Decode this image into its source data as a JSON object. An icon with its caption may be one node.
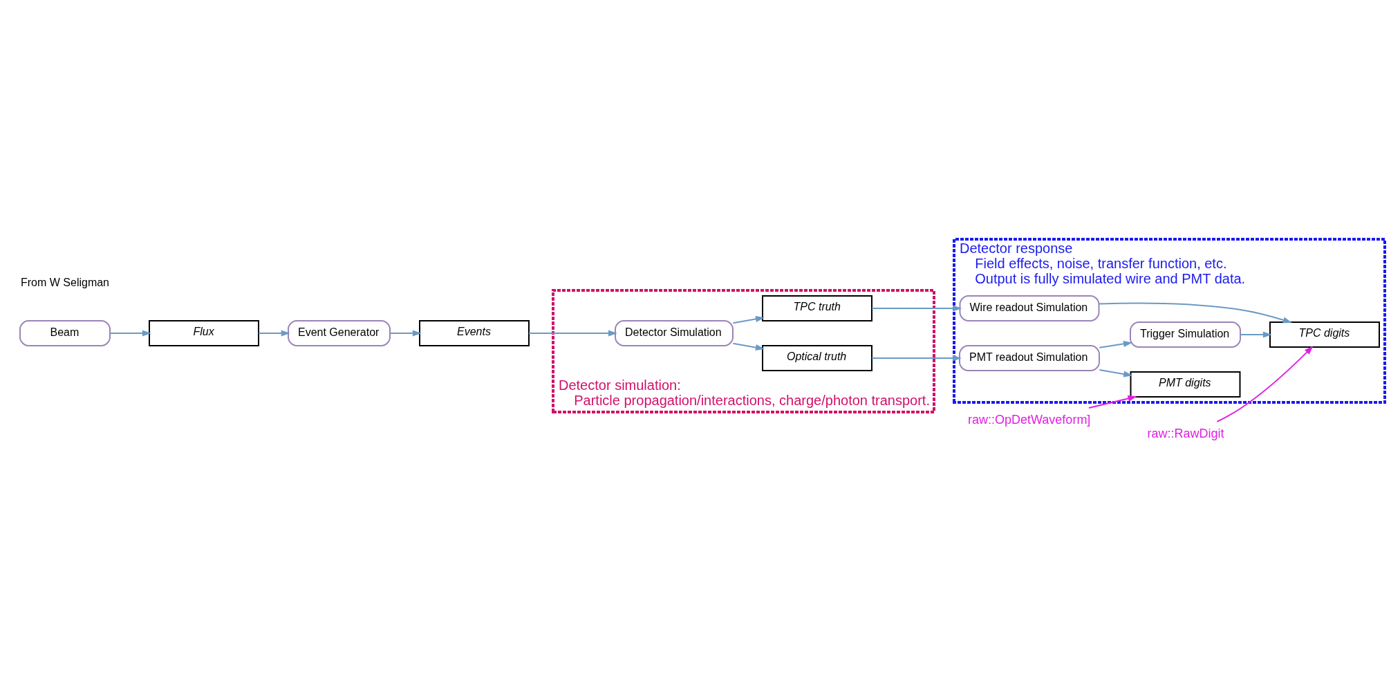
{
  "diagram": {
    "nodes": [
      {
        "text": [
          "Beam"
        ]
      },
      {
        "text": [
          "Flux"
        ]
      },
      {
        "text": [
          "Event Generator"
        ]
      },
      {
        "text": [
          "Events"
        ]
      },
      {
        "text": [
          "Detector simulation:",
          "Particle propagation/interactions, charge/photon transport."
        ]
      },
      {
        "text": [
          "Detector Simulation"
        ],
        "in": 4
      },
      {
        "text": [
          "Optical truth"
        ],
        "in": 4
      },
      {
        "text": [
          "TPC truth"
        ],
        "in": 4
      },
      {
        "text": [
          "Detector response",
          "Field effects, noise, transfer function, etc.",
          "Output is fully simulated wire and PMT data."
        ]
      },
      {
        "text": [
          "PMT readout Simulation"
        ],
        "in": 8
      },
      {
        "text": [
          "PMT digits"
        ],
        "in": 8
      },
      {
        "text": [
          "Trigger Simulation"
        ],
        "in": 8
      },
      {
        "text": [
          "Wire readout Simulation"
        ],
        "in": 8
      },
      {
        "text": [
          "TPC digits"
        ],
        "in": 8
      },
      {
        "text": [
          "raw::OpDetWaveform]"
        ]
      },
      {
        "text": [
          "raw::RawDigit"
        ]
      }
    ],
    "edges": [
      {
        "from": 0,
        "to": 1,
        "arrow": "to"
      },
      {
        "from": 1,
        "to": 2,
        "arrow": "to"
      },
      {
        "from": 2,
        "to": 3,
        "arrow": "to"
      },
      {
        "from": 3,
        "to": 5,
        "arrow": "to"
      },
      {
        "from": 5,
        "to": 6,
        "arrow": "to"
      },
      {
        "from": 5,
        "to": 7,
        "arrow": "to"
      },
      {
        "from": 6,
        "to": 9,
        "arrow": "to"
      },
      {
        "from": 7,
        "to": 12,
        "arrow": "to"
      },
      {
        "from": 9,
        "to": 10,
        "arrow": "to"
      },
      {
        "from": 9,
        "to": 11,
        "arrow": "to"
      },
      {
        "from": 11,
        "to": 13,
        "arrow": "to"
      },
      {
        "from": 12,
        "to": 13,
        "arrow": "to"
      },
      {
        "from": 14,
        "to": 10,
        "arrow": "to",
        "color": "#e020e0"
      },
      {
        "from": 15,
        "to": 13,
        "arrow": "to",
        "color": "#e020e0"
      }
    ],
    "labels": [
      "From W Seligman"
    ]
  }
}
